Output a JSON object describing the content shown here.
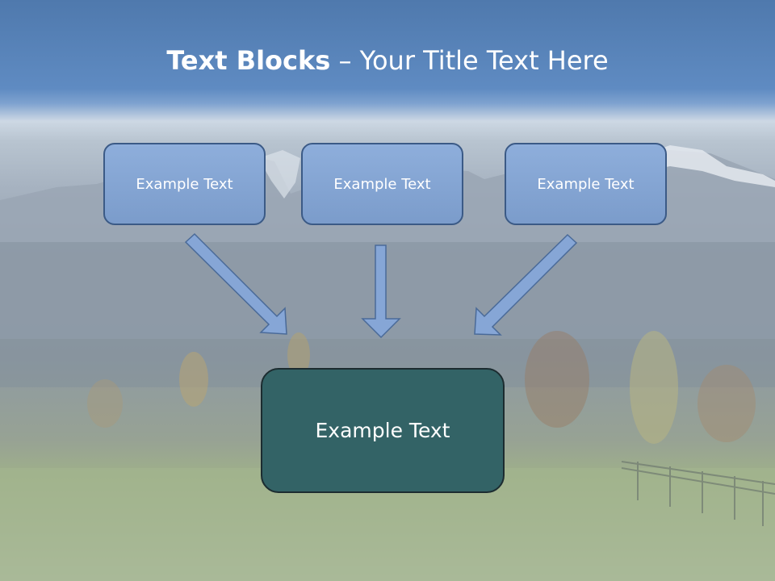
{
  "slide": {
    "title_bold": "Text Blocks",
    "title_rest": " – Your Title Text Here"
  },
  "top_boxes": [
    {
      "label": "Example Text"
    },
    {
      "label": "Example Text"
    },
    {
      "label": "Example Text"
    }
  ],
  "bottom_box": {
    "label": "Example Text"
  },
  "colors": {
    "top_box_fill": "#7f9fcf",
    "top_box_border": "#3b5a86",
    "bottom_box_fill": "#336366",
    "arrow_fill": "#86a6d6",
    "arrow_stroke": "#4a6a98",
    "title_text": "#ffffff"
  }
}
